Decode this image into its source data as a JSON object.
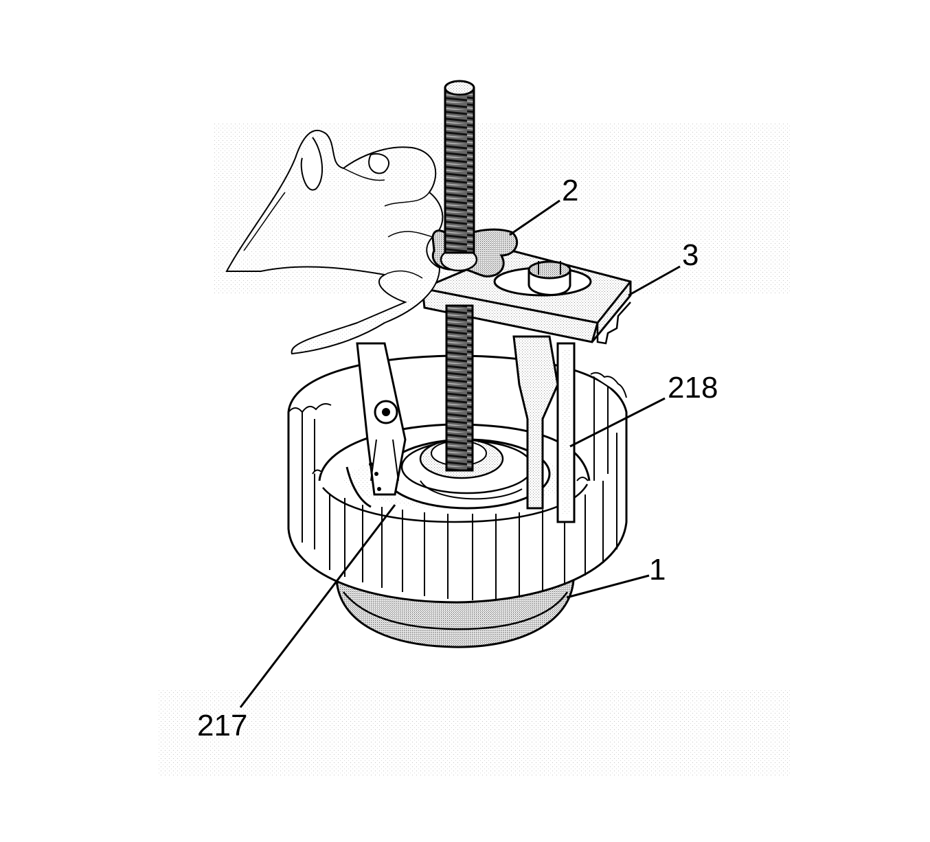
{
  "callouts": {
    "c2": "2",
    "c3": "3",
    "c218": "218",
    "c1": "1",
    "c217": "217"
  },
  "colors": {
    "ink": "#000000",
    "paper": "#ffffff",
    "stipple": "#9a9a9a",
    "dense_stipple": "#6f6f6f"
  },
  "icons": {
    "threaded-rod": "threaded-rod-icon",
    "hand": "hand-icon",
    "bridge": "bridge-icon",
    "drum": "clutch-drum-icon",
    "snap-ring-pliers": "pliers-icon"
  }
}
